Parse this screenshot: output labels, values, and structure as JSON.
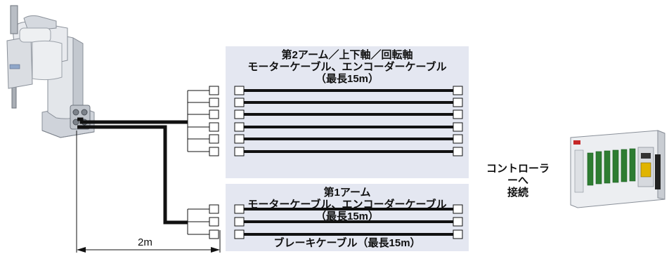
{
  "group_upper": {
    "title": "第2アーム／上下軸／回転軸",
    "cables": "モーターケーブル、エンコーダーケーブル",
    "max_length": "（最長15m）",
    "cable_count": 6
  },
  "group_lower": {
    "title": "第1アーム",
    "cables": "モーターケーブル、エンコーダーケーブル",
    "max_length": "（最長15m）",
    "cable_count": 3,
    "brake_label": "ブレーキケーブル（最長15m）"
  },
  "controller": {
    "label_line1": "コントローラーへ",
    "label_line2": "接続"
  },
  "dimension": {
    "label": "2m"
  },
  "colors": {
    "panel_bg": "#e4e7f1",
    "cable": "#111111",
    "robot_body": "#d9dde3",
    "controller_body": "#e9ebee",
    "controller_module": "#2e7d32"
  }
}
